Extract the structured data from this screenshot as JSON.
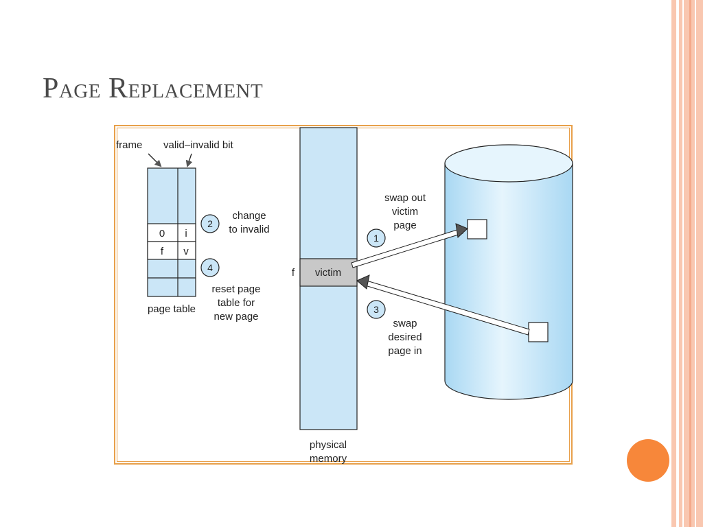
{
  "slide": {
    "title": "Page Replacement"
  },
  "diagram": {
    "frame_label": "frame",
    "valid_invalid_label": "valid–invalid bit",
    "page_table_label": "page table",
    "page_table_rows": [
      {
        "frame": "0",
        "bit": "i"
      },
      {
        "frame": "f",
        "bit": "v"
      }
    ],
    "step1_number": "1",
    "step2_number": "2",
    "step3_number": "3",
    "step4_number": "4",
    "step2_text": [
      "change",
      "to invalid"
    ],
    "step4_text": [
      "reset page",
      "table for",
      "new page"
    ],
    "step1_text": [
      "swap out",
      "victim",
      "page"
    ],
    "step3_text": [
      "swap",
      "desired",
      "page in"
    ],
    "memory_f_label": "f",
    "victim_label": "victim",
    "physical_memory_label": [
      "physical",
      "memory"
    ]
  },
  "colors": {
    "accent_orange": "#f7873a",
    "frame_orange": "#e8a04a",
    "memory_blue": "#cbe6f7",
    "victim_gray": "#c8c8c8"
  }
}
